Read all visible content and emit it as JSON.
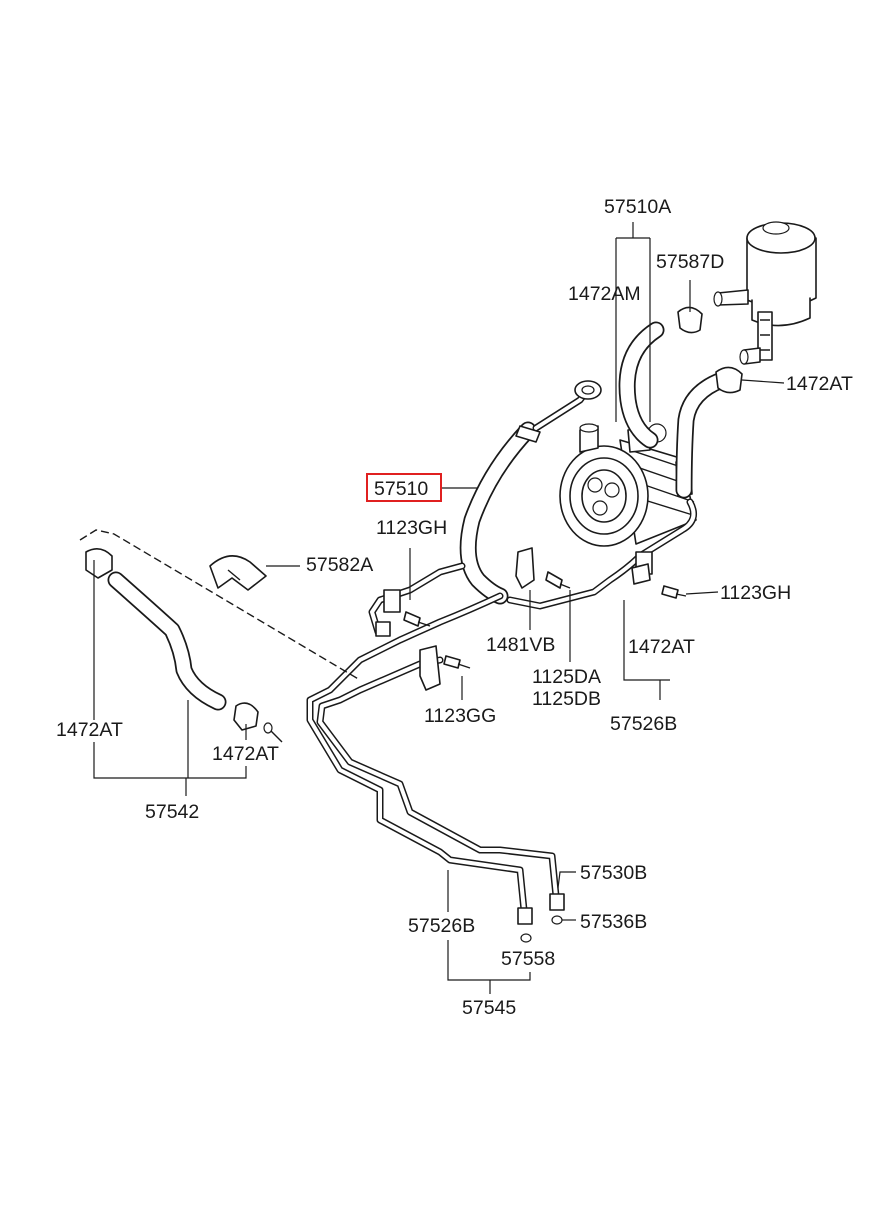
{
  "highlight_color": "#e02020",
  "labels": {
    "l_57510A": "57510A",
    "l_57587D": "57587D",
    "l_1472AM": "1472AM",
    "l_1472AT_top": "1472AT",
    "l_57510": "57510",
    "l_1123GH_a": "1123GH",
    "l_57582A": "57582A",
    "l_1123GH_b": "1123GH",
    "l_1481VB": "1481VB",
    "l_1472AT_mid": "1472AT",
    "l_1125DA": "1125DA",
    "l_1125DB": "1125DB",
    "l_57526B_top": "57526B",
    "l_1123GG": "1123GG",
    "l_1472AT_left": "1472AT",
    "l_1472AT_clamp": "1472AT",
    "l_57542": "57542",
    "l_57530B": "57530B",
    "l_57526B_bot": "57526B",
    "l_57536B": "57536B",
    "l_57558": "57558",
    "l_57545": "57545"
  }
}
